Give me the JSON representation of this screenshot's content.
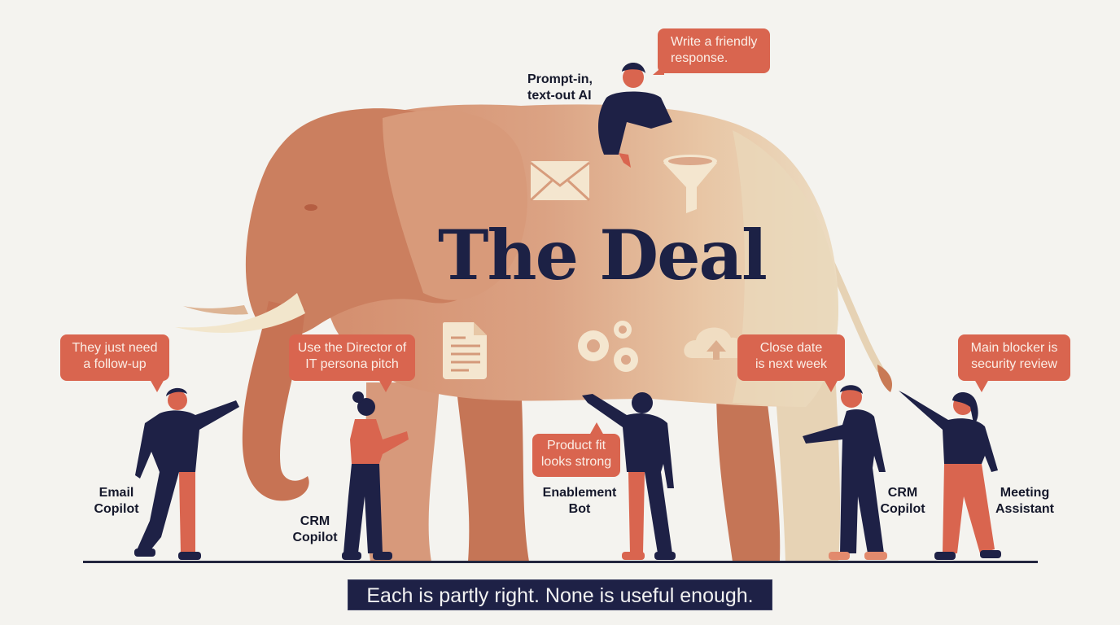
{
  "title": "The Deal",
  "colors": {
    "background": "#f4f3ef",
    "navy": "#1e2146",
    "coral": "#d9654f",
    "elephant_dark": "#c77759",
    "elephant_mid": "#d79c7c",
    "elephant_light": "#e9d3b6",
    "icon_cream": "#f4e6cf"
  },
  "top_figure": {
    "label_line1": "Prompt-in,",
    "label_line2": "text-out AI",
    "bubble_line1": "Write a friendly",
    "bubble_line2": "response."
  },
  "icons": [
    "envelope-icon",
    "funnel-icon",
    "document-icon",
    "gears-icon",
    "cloud-upload-icon"
  ],
  "figures": [
    {
      "label_line1": "Email",
      "label_line2": "Copilot",
      "bubble_line1": "They just need",
      "bubble_line2": "a follow-up"
    },
    {
      "label_line1": "CRM",
      "label_line2": "Copilot",
      "bubble_line1": "Use the Director of",
      "bubble_line2": "IT persona pitch"
    },
    {
      "label_line1": "Enablement",
      "label_line2": "Bot",
      "bubble_line1": "Product fit",
      "bubble_line2": "looks strong"
    },
    {
      "label_line1": "CRM",
      "label_line2": "Copilot",
      "bubble_line1": "Close date",
      "bubble_line2": "is next week"
    },
    {
      "label_line1": "Meeting",
      "label_line2": "Assistant",
      "bubble_line1": "Main blocker is",
      "bubble_line2": "security review"
    }
  ],
  "caption": "Each is partly right. None is useful enough."
}
